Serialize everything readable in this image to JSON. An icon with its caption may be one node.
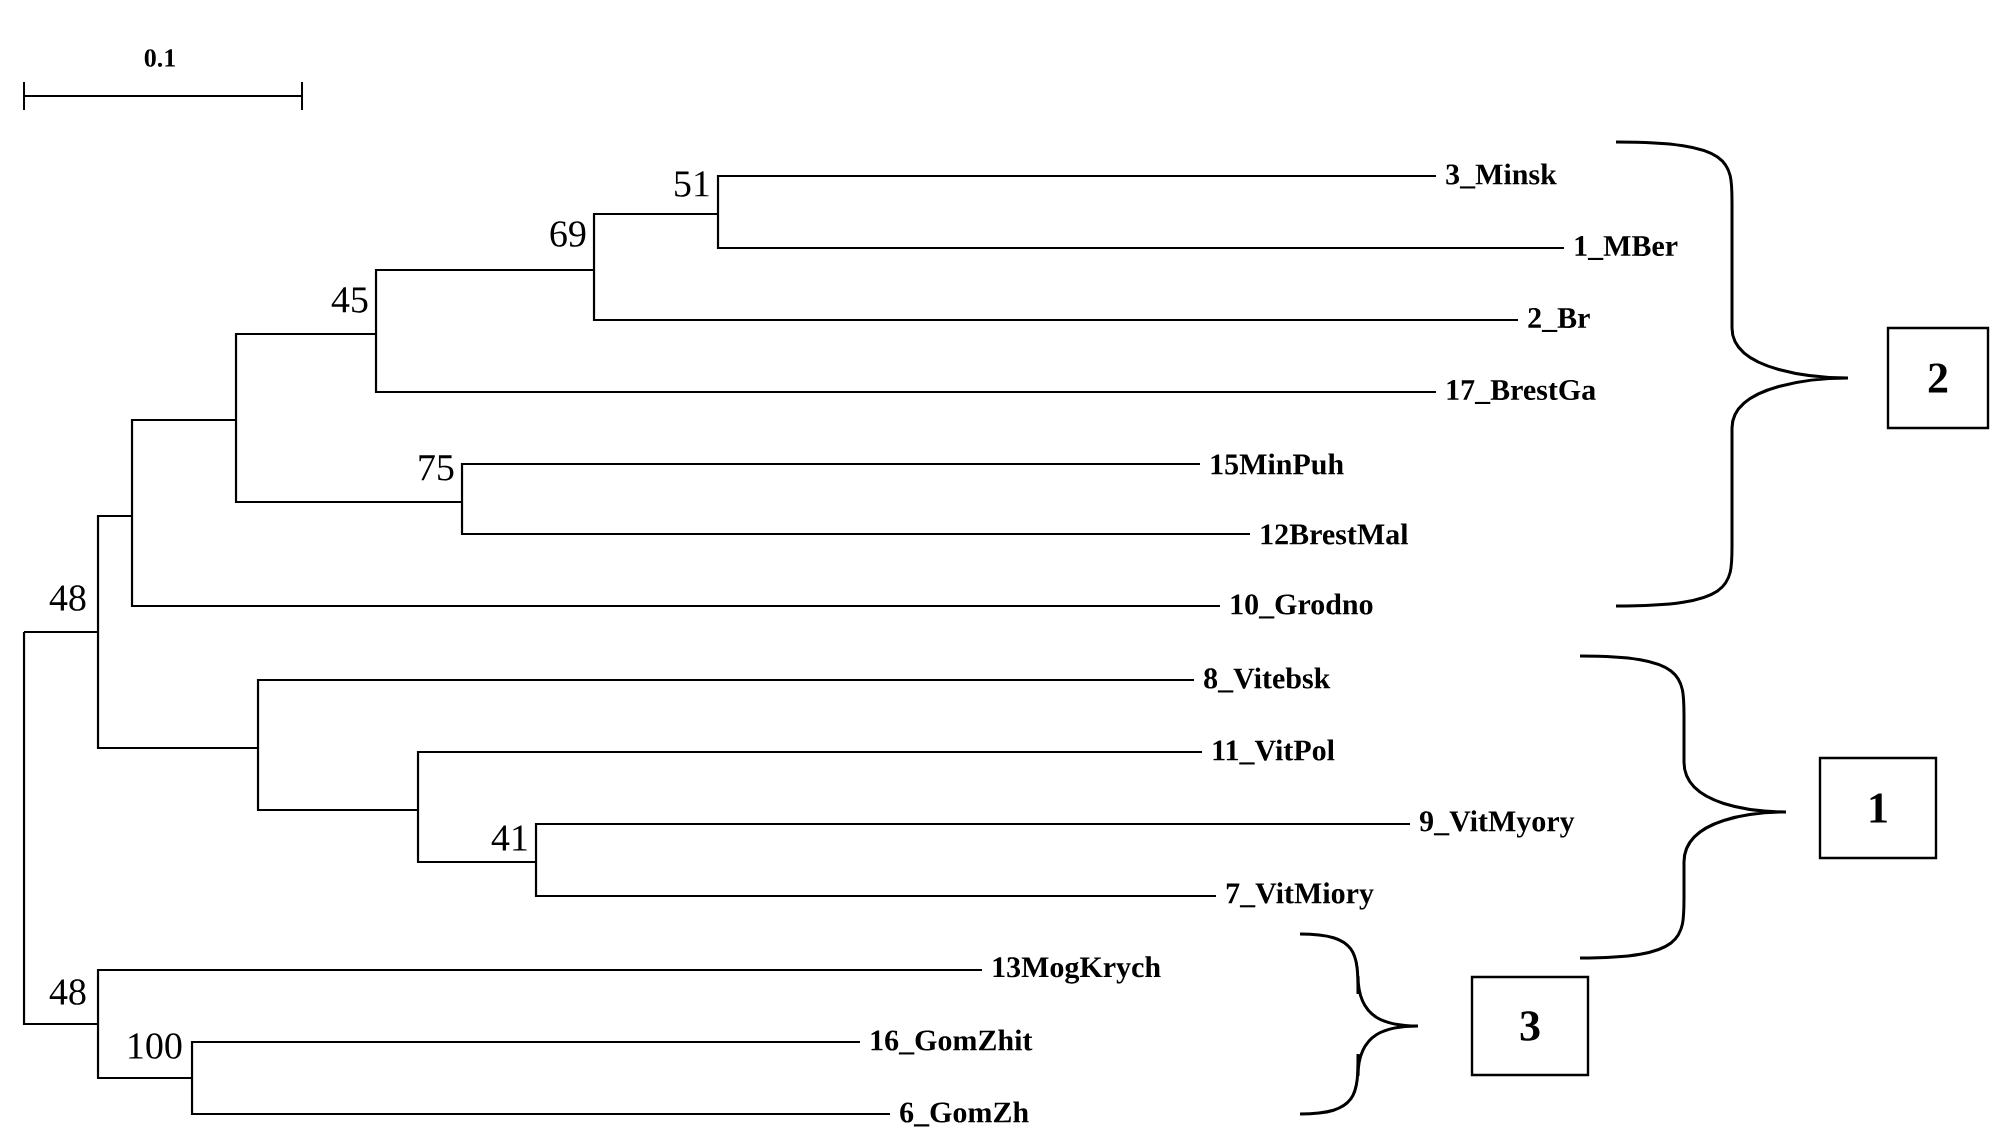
{
  "diagram": {
    "nodes": [
      {
        "text": [
          "3_Minsk"
        ]
      },
      {
        "text": [
          "1_MBer"
        ]
      },
      {
        "text": [
          "2_Br"
        ]
      },
      {
        "text": [
          "17_BrestGa"
        ]
      },
      {
        "text": [
          "15MinPuh"
        ]
      },
      {
        "text": [
          "12BrestMal"
        ]
      },
      {
        "text": [
          "10_Grodno"
        ]
      },
      {
        "text": [
          "8_Vitebsk"
        ]
      },
      {
        "text": [
          "11_VitPol"
        ]
      },
      {
        "text": [
          "9_VitMyory"
        ]
      },
      {
        "text": [
          "7_VitMiory"
        ]
      },
      {
        "text": [
          "13MogKrych"
        ]
      },
      {
        "text": [
          "16_GomZhit"
        ]
      },
      {
        "text": [
          "6_GomZh"
        ]
      },
      {
        "text": [
          "2"
        ]
      },
      {
        "text": [
          "1"
        ]
      },
      {
        "text": [
          "3"
        ]
      }
    ],
    "labels": [
      "0.1",
      "51",
      "69",
      "45",
      "75",
      "48",
      "41",
      "48",
      "100"
    ]
  }
}
